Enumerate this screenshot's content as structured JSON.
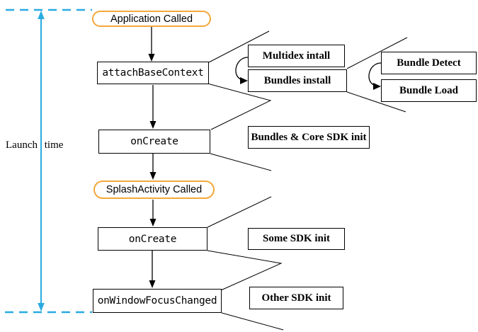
{
  "colors": {
    "timeline_blue": "#29ABE2",
    "pill_orange": "#F4A83C",
    "line_black": "#000000",
    "background": "#FFFFFF"
  },
  "timeline": {
    "label": "Launch time"
  },
  "flow_nodes": {
    "application_called": "Application Called",
    "attach_base_context": "attachBaseContext",
    "on_create_app": "onCreate",
    "splash_activity_called": "SplashActivity Called",
    "on_create_splash": "onCreate",
    "on_window_focus_changed": "onWindowFocusChanged"
  },
  "annotations": {
    "multidex_install": "Multidex intall",
    "bundles_install": "Bundles install",
    "bundle_detect": "Bundle Detect",
    "bundle_load": "Bundle Load",
    "bundles_core_sdk_init": "Bundles & Core SDK init",
    "some_sdk_init": "Some SDK init",
    "other_sdk_init": "Other SDK init"
  }
}
